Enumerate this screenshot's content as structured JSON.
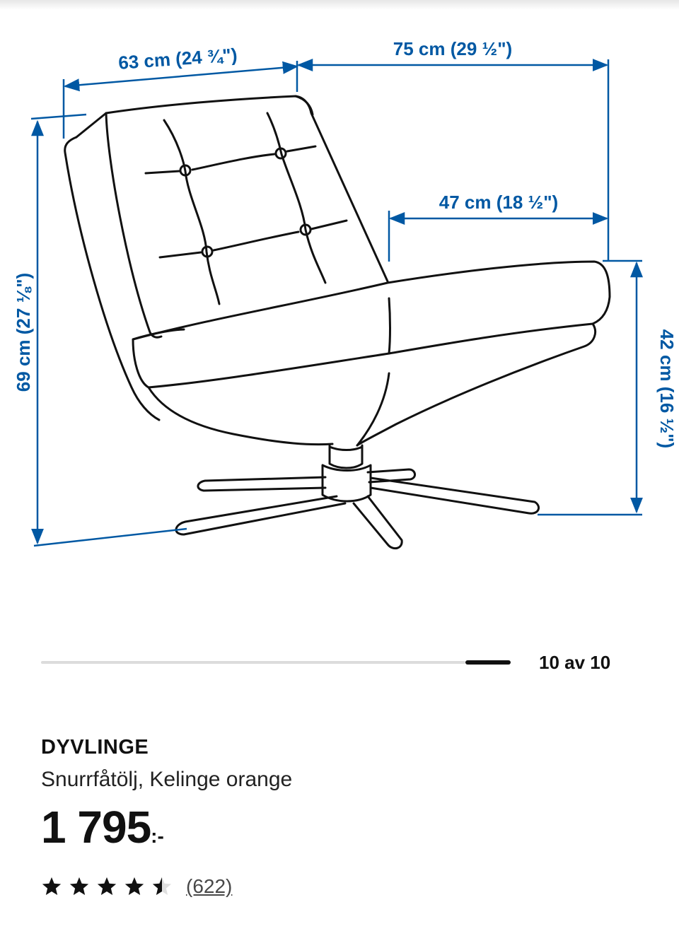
{
  "dimensions": {
    "depth": "63 cm (24 ¾\")",
    "width": "75 cm (29 ½\")",
    "seat_depth": "47 cm (18 ½\")",
    "height": "69 cm (27 ⅛\")",
    "seat_height": "42 cm (16 ½\")"
  },
  "gallery": {
    "counter": "10 av 10",
    "current": 10,
    "total": 10,
    "progress": 1.0
  },
  "product": {
    "name": "DYVLINGE",
    "description": "Snurrfåtölj, Kelinge orange",
    "price": "1 795",
    "price_suffix": ":-",
    "rating": 4.5,
    "review_count": "(622)"
  },
  "colors": {
    "dimension_blue": "#0058a3",
    "text": "#111111"
  },
  "icons": {
    "star": "star-icon",
    "half_star": "star-half-icon"
  }
}
